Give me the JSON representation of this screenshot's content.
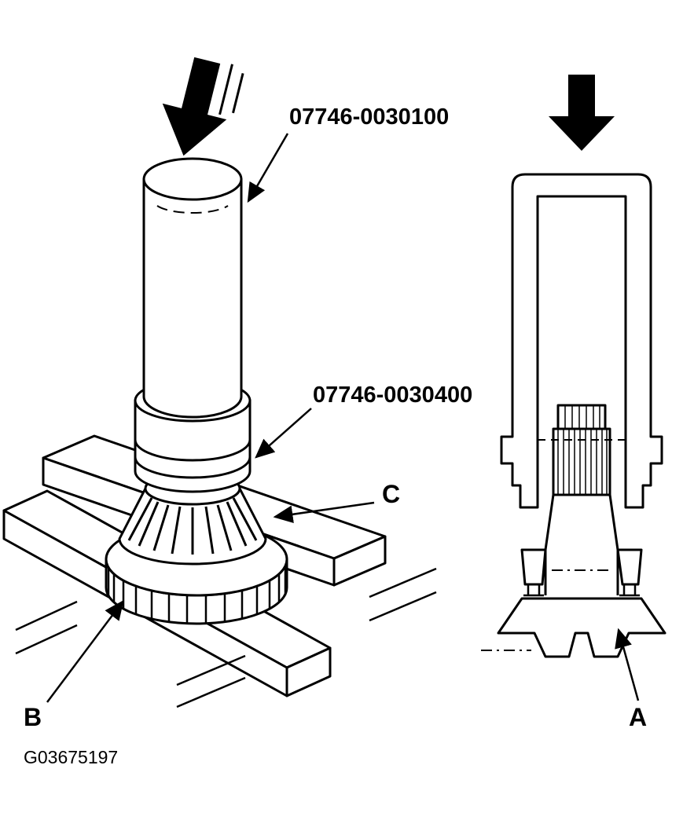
{
  "figure": {
    "code": "G03675197",
    "callouts": {
      "tool_driver": "07746-0030100",
      "tool_attachment": "07746-0030400",
      "point_a": "A",
      "point_b": "B",
      "point_c": "C"
    },
    "colors": {
      "line": "#000000",
      "background": "#ffffff"
    }
  }
}
